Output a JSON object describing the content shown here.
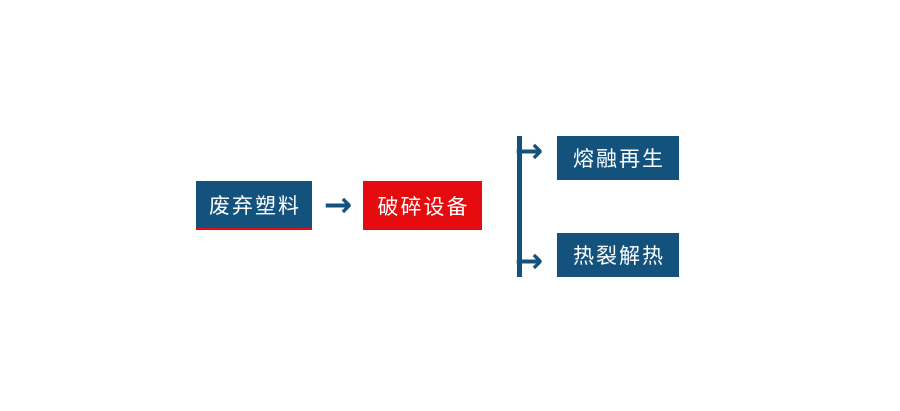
{
  "diagram": {
    "type": "flowchart",
    "background": "#ffffff",
    "colors": {
      "node_blue": "#14527E",
      "node_red": "#E60B0E",
      "underline_red": "#E60B0E",
      "connector_blue": "#14527E",
      "text": "#FFFFFF"
    },
    "arrow_glyph": "→",
    "nodes": [
      {
        "id": "waste-plastic",
        "label": "废弃塑料",
        "fill": "#14527E",
        "underline": "#E60B0E"
      },
      {
        "id": "crushing-equipment",
        "label": "破碎设备",
        "fill": "#E60B0E"
      },
      {
        "id": "melt-regeneration",
        "label": "熔融再生",
        "fill": "#14527E"
      },
      {
        "id": "pyrolysis-thermal",
        "label": "热裂解热",
        "fill": "#14527E"
      }
    ],
    "flow": [
      {
        "from": "waste-plastic",
        "to": "crushing-equipment"
      },
      {
        "from": "crushing-equipment",
        "to": "melt-regeneration"
      },
      {
        "from": "crushing-equipment",
        "to": "pyrolysis-thermal"
      }
    ]
  }
}
